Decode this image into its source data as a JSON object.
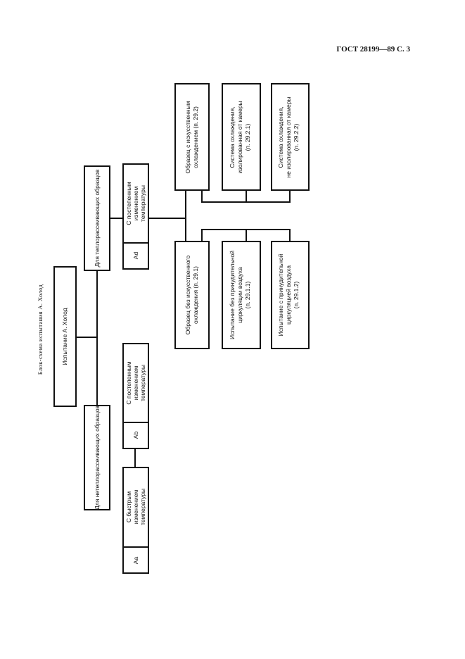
{
  "header": {
    "text": "ГОСТ 28199—89 С. 3"
  },
  "title": "Блок-схема испытания А. Холод",
  "nodes": {
    "root": "Испытание А. Холод",
    "non_heat": "Для нетеплорассеивающих образцов",
    "heat": "Для теплорассеивающих образцов",
    "ab_code": "Ab",
    "ab_label": [
      "С постепенным",
      "изменением",
      "температуры"
    ],
    "aa_code": "Aa",
    "aa_label": [
      "С быстрым",
      "изменением",
      "температуры"
    ],
    "ad_code": "Ad",
    "ad_label": [
      "С постепенным",
      "изменением",
      "температуры"
    ],
    "n292": [
      "Образец с искусственным",
      "охлаждением (п. 29.2)"
    ],
    "n2921": [
      "Система охлаждения,",
      "изолированная от камеры",
      "(п. 29.2.1)"
    ],
    "n2922": [
      "Система охлаждения,",
      "не изолированная от камеры",
      "(п. 29.2.2)"
    ],
    "n291": [
      "Образец без искусственного",
      "охлаждения (п. 29.1)"
    ],
    "n2911": [
      "Испытание без принудительной",
      "циркуляции воздуха",
      "(п. 29.1.1)"
    ],
    "n2912": [
      "Испытание с принудительной",
      "циркуляцией воздуха",
      "(п. 29.1.2)"
    ]
  }
}
